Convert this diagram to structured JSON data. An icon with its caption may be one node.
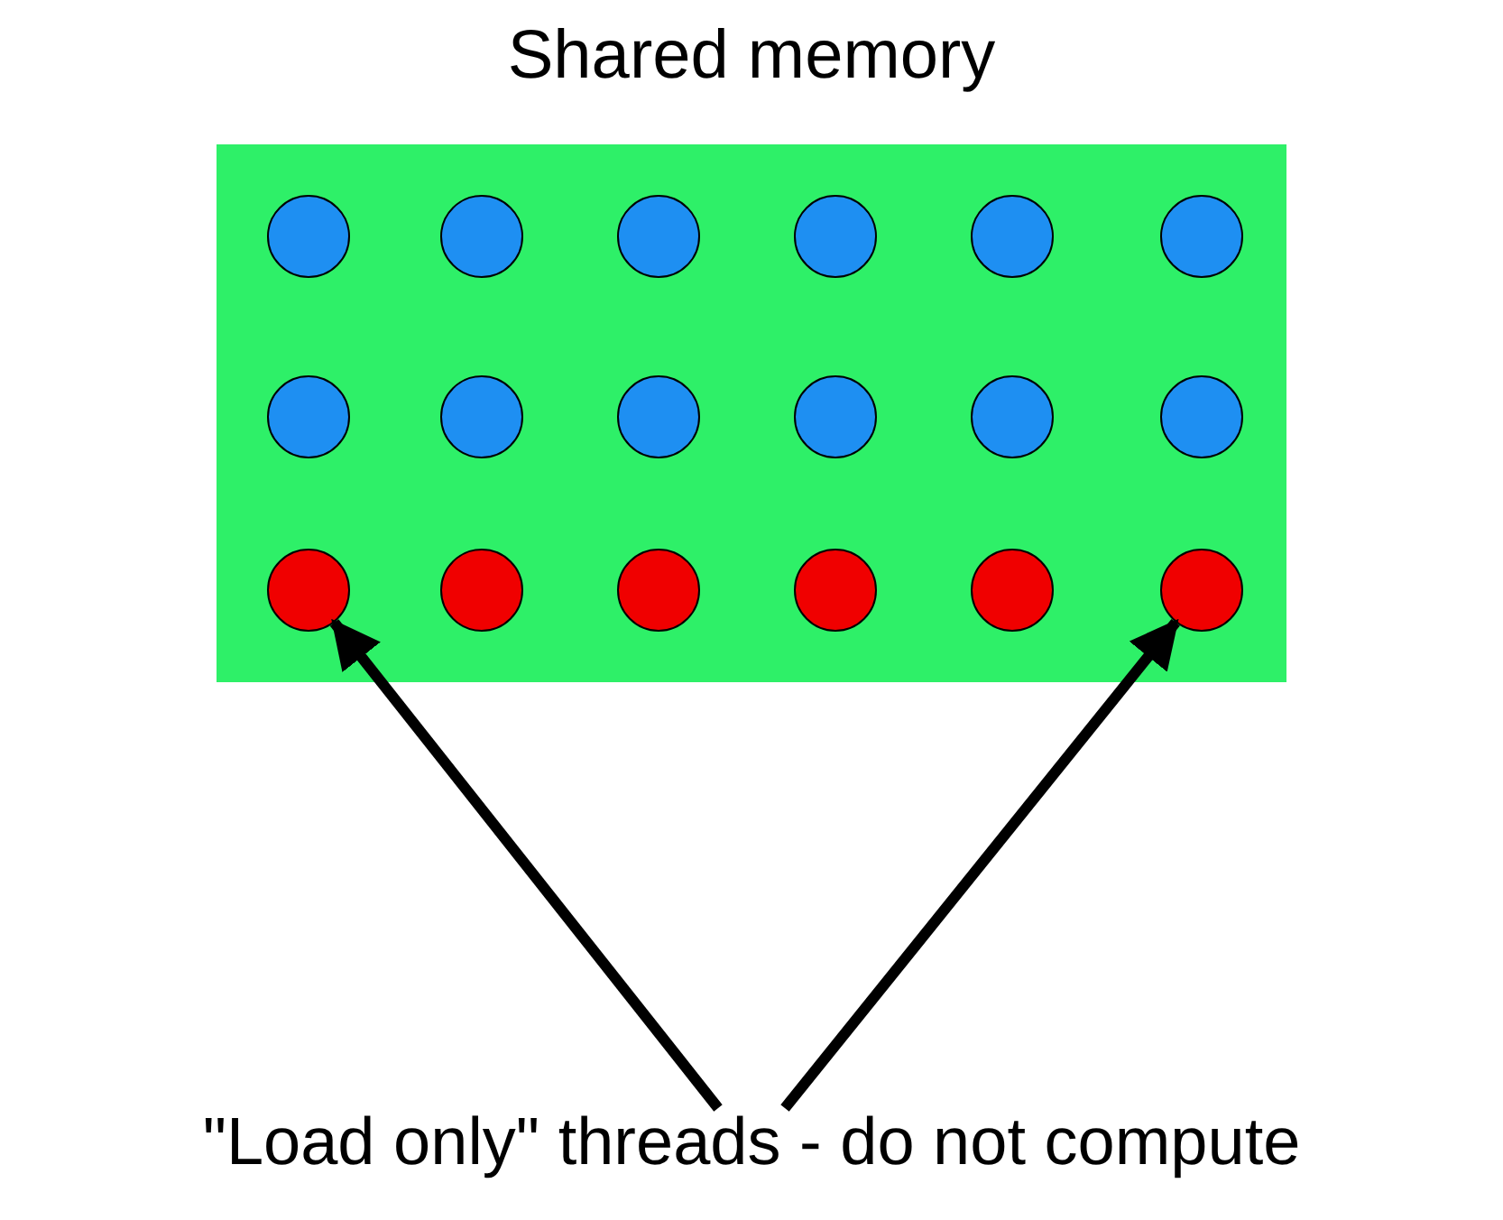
{
  "diagram": {
    "nodes": [
      {
        "text": [
          "Shared memory"
        ]
      },
      {
        "text": [],
        "shape": "circle",
        "in": 0
      },
      {
        "text": [],
        "shape": "circle",
        "in": 0
      },
      {
        "text": [],
        "shape": "circle",
        "in": 0
      },
      {
        "text": [],
        "shape": "circle",
        "in": 0
      },
      {
        "text": [],
        "shape": "circle",
        "in": 0
      },
      {
        "text": [],
        "shape": "circle",
        "in": 0
      },
      {
        "text": [],
        "shape": "circle",
        "in": 0
      },
      {
        "text": [],
        "shape": "circle",
        "in": 0
      },
      {
        "text": [],
        "shape": "circle",
        "in": 0
      },
      {
        "text": [],
        "shape": "circle",
        "in": 0
      },
      {
        "text": [],
        "shape": "circle",
        "in": 0
      },
      {
        "text": [],
        "shape": "circle",
        "in": 0
      },
      {
        "text": [],
        "shape": "circle",
        "in": 0
      },
      {
        "text": [],
        "shape": "circle",
        "in": 0
      },
      {
        "text": [],
        "shape": "circle",
        "in": 0
      },
      {
        "text": [],
        "shape": "circle",
        "in": 0
      },
      {
        "text": [],
        "shape": "circle",
        "in": 0
      },
      {
        "text": [],
        "shape": "circle",
        "in": 0
      },
      {
        "text": [
          "\"Load only\" threads - do not compute"
        ]
      }
    ],
    "edges": [
      {
        "from": 19,
        "to": 13,
        "arrow": "to"
      },
      {
        "from": 19,
        "to": 18,
        "arrow": "to"
      }
    ]
  }
}
